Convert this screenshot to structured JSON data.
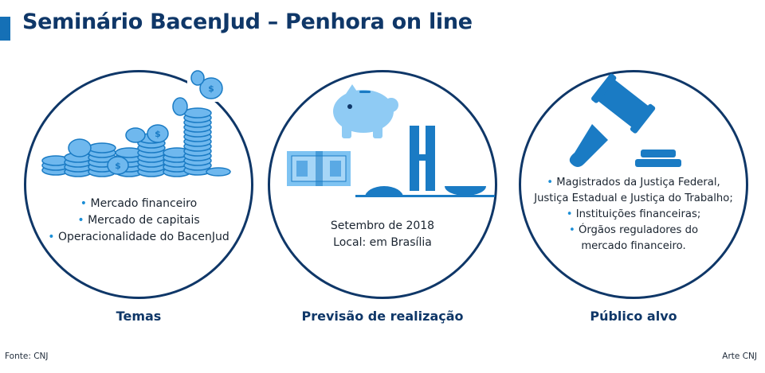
{
  "title": "Seminário BacenJud – Penhora on line",
  "panels": [
    {
      "caption": "Temas",
      "bullets": [
        "Mercado financeiro",
        "Mercado de capitais",
        "Operacionalidade do BacenJud"
      ]
    },
    {
      "caption": "Previsão de realização",
      "lines": [
        "Setembro de 2018",
        "Local: em Brasília"
      ]
    },
    {
      "caption": "Público alvo",
      "bullets": [
        "Magistrados da Justiça Federal,",
        "Justiça Estadual e Justiça do Trabalho;",
        "Instituições financeiras;",
        "Órgãos reguladores do",
        "mercado financeiro."
      ]
    }
  ],
  "footer": {
    "source": "Fonte: CNJ",
    "credit": "Arte CNJ"
  },
  "icons": [
    "coins-icon",
    "piggy-bank-icon",
    "money-bills-icon",
    "brasilia-congress-icon",
    "gavel-icon"
  ],
  "colors": {
    "title": "#0f3768",
    "accent": "#1570b6",
    "bullet": "#1b8ed6",
    "illustration_light": "#7ec3f2",
    "illustration_dark": "#1a7bc4"
  }
}
